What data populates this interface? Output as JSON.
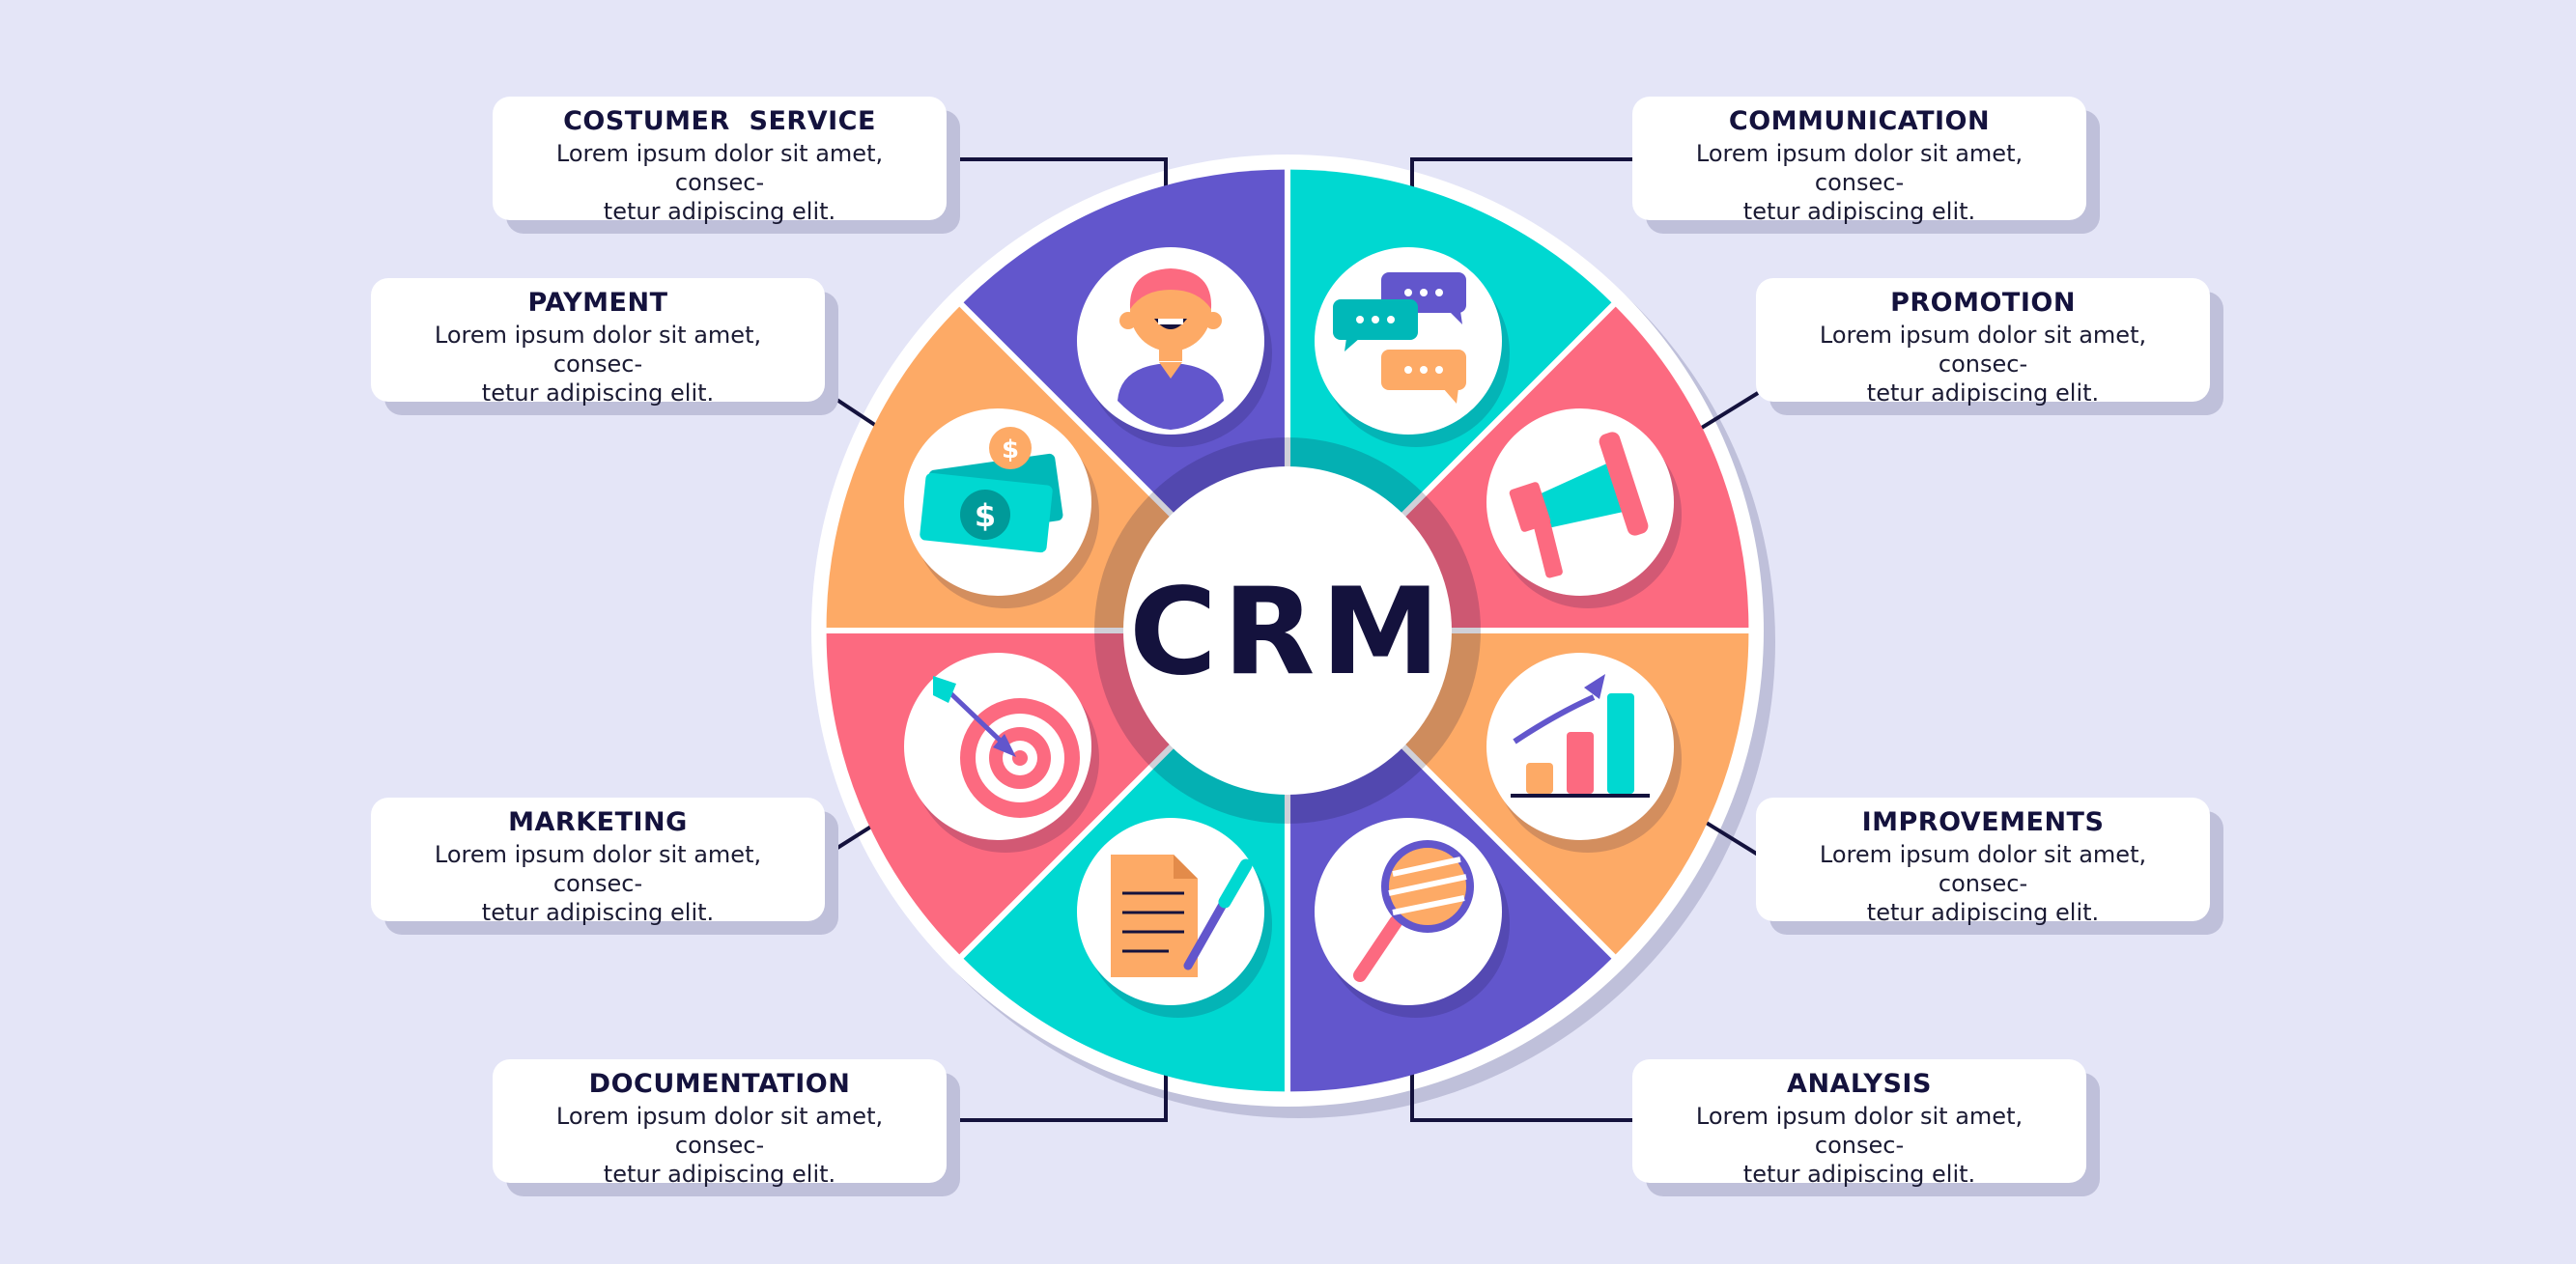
{
  "hub": {
    "label": "CRM"
  },
  "palette": {
    "teal": "#00d8d1",
    "pink": "#fc6a80",
    "orange": "#fdaa66",
    "purple": "#6256cc",
    "navy": "#14123d",
    "background": "#e4e5f7"
  },
  "segments": [
    {
      "key": "customer-service",
      "color": "#00d8d1",
      "icon": "person-icon",
      "title": "COSTUMER  SERVICE",
      "line1": "Lorem ipsum dolor sit amet, consec-",
      "line2": "tetur adipiscing elit."
    },
    {
      "key": "communication",
      "color": "#fc6a80",
      "icon": "chat-bubbles-icon",
      "title": "COMMUNICATION",
      "line1": "Lorem ipsum dolor sit amet, consec-",
      "line2": "tetur adipiscing elit."
    },
    {
      "key": "promotion",
      "color": "#fdaa66",
      "icon": "megaphone-icon",
      "title": "PROMOTION",
      "line1": "Lorem ipsum dolor sit amet, consec-",
      "line2": "tetur adipiscing elit."
    },
    {
      "key": "improvements",
      "color": "#6256cc",
      "icon": "growth-chart-icon",
      "title": "IMPROVEMENTS",
      "line1": "Lorem ipsum dolor sit amet, consec-",
      "line2": "tetur adipiscing elit."
    },
    {
      "key": "analysis",
      "color": "#00d8d1",
      "icon": "magnifier-icon",
      "title": "ANALYSIS",
      "line1": "Lorem ipsum dolor sit amet, consec-",
      "line2": "tetur adipiscing elit."
    },
    {
      "key": "documentation",
      "color": "#fc6a80",
      "icon": "document-pen-icon",
      "title": "DOCUMENTATION",
      "line1": "Lorem ipsum dolor sit amet, consec-",
      "line2": "tetur adipiscing elit."
    },
    {
      "key": "marketing",
      "color": "#fdaa66",
      "icon": "target-icon",
      "title": "MARKETING",
      "line1": "Lorem ipsum dolor sit amet, consec-",
      "line2": "tetur adipiscing elit."
    },
    {
      "key": "payment",
      "color": "#6256cc",
      "icon": "money-icon",
      "title": "PAYMENT",
      "line1": "Lorem ipsum dolor sit amet, consec-",
      "line2": "tetur adipiscing elit."
    }
  ]
}
